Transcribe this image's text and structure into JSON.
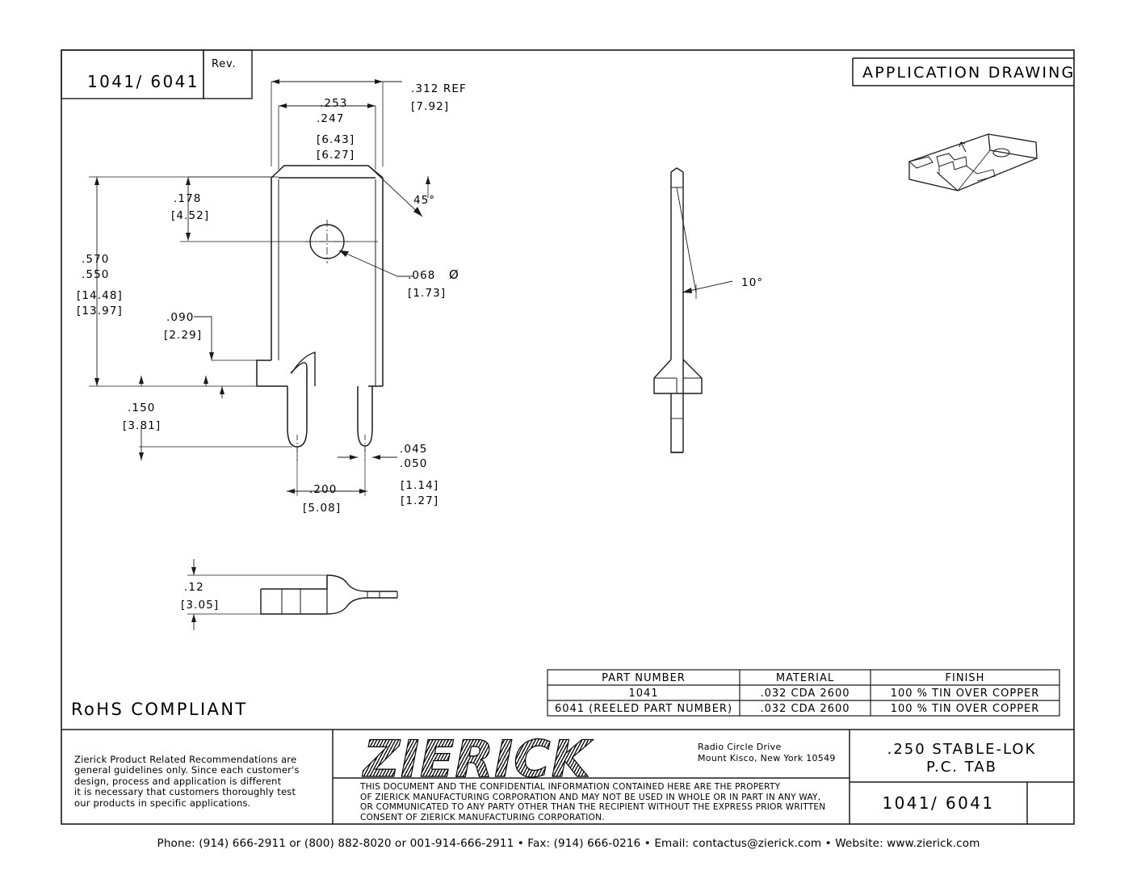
{
  "sheet": {
    "header_right": "APPLICATION DRAWING",
    "title_block_part": "1041/ 6041",
    "rev_label": "Rev.",
    "rev_value": "",
    "rohs": "RoHS COMPLIANT"
  },
  "front_view_dims": {
    "overall_width_ref": ".312 REF",
    "overall_width_ref_mm": "[7.92]",
    "tab_width_max": ".253",
    "tab_width_min": ".247",
    "tab_width_mm_max": "[6.43]",
    "tab_width_mm_min": "[6.27]",
    "chamfer_angle": "45°",
    "shoulder_height": ".178",
    "shoulder_height_mm": "[4.52]",
    "overall_height_max": ".570",
    "overall_height_min": ".550",
    "overall_height_mm_max": "[14.48]",
    "overall_height_mm_min": "[13.97]",
    "hole_dia": ".068",
    "hole_dia_symbol": "Ø",
    "hole_dia_mm": "[1.73]",
    "step_dim": ".090",
    "step_dim_mm": "[2.29]",
    "leg_length": ".150",
    "leg_length_mm": "[3.81]",
    "leg_spacing": ".200",
    "leg_spacing_mm": "[5.08]",
    "leg_thickness_max": ".045",
    "leg_thickness_min": ".050",
    "leg_thickness_mm_max": "[1.14]",
    "leg_thickness_mm_min": "[1.27]"
  },
  "side_view_dims": {
    "taper_angle": "10°"
  },
  "bottom_view_dims": {
    "thickness": ".12",
    "thickness_mm": "[3.05]"
  },
  "parts_table": {
    "headers": [
      "PART NUMBER",
      "MATERIAL",
      "FINISH"
    ],
    "rows": [
      [
        "1041",
        ".032 CDA 2600",
        "100 % TIN OVER COPPER"
      ],
      [
        "6041 (REELED PART NUMBER)",
        ".032 CDA 2600",
        "100 % TIN OVER COPPER"
      ]
    ]
  },
  "title_block": {
    "disclaimer": "Zierick Product Related Recommendations are\ngeneral guidelines only. Since each customer's\ndesign, process and application is different\nit is necessary that customers thoroughly test\nour products in specific applications.",
    "company_logo": "ZIERICK",
    "address_line1": "Radio Circle Drive",
    "address_line2": "Mount Kisco, New York 10549",
    "legal": "THIS DOCUMENT AND THE CONFIDENTIAL INFORMATION CONTAINED HERE ARE THE PROPERTY\nOF ZIERICK MANUFACTURING CORPORATION AND MAY NOT BE USED IN WHOLE OR IN PART IN ANY WAY,\nOR COMMUNICATED TO ANY PARTY OTHER THAN THE RECIPIENT WITHOUT THE EXPRESS PRIOR WRITTEN\nCONSENT OF ZIERICK MANUFACTURING CORPORATION.",
    "product_title_line1": ".250 STABLE-LOK",
    "product_title_line2": "P.C. TAB",
    "drawing_number": "1041/ 6041",
    "revision_cell": ""
  },
  "footer": {
    "contact": "Phone: (914) 666-2911 or (800) 882-8020 or 001-914-666-2911 • Fax: (914) 666-0216 • Email: contactus@zierick.com • Website: www.zierick.com"
  },
  "colors": {
    "line": "#1a1a1a",
    "background": "#ffffff"
  }
}
